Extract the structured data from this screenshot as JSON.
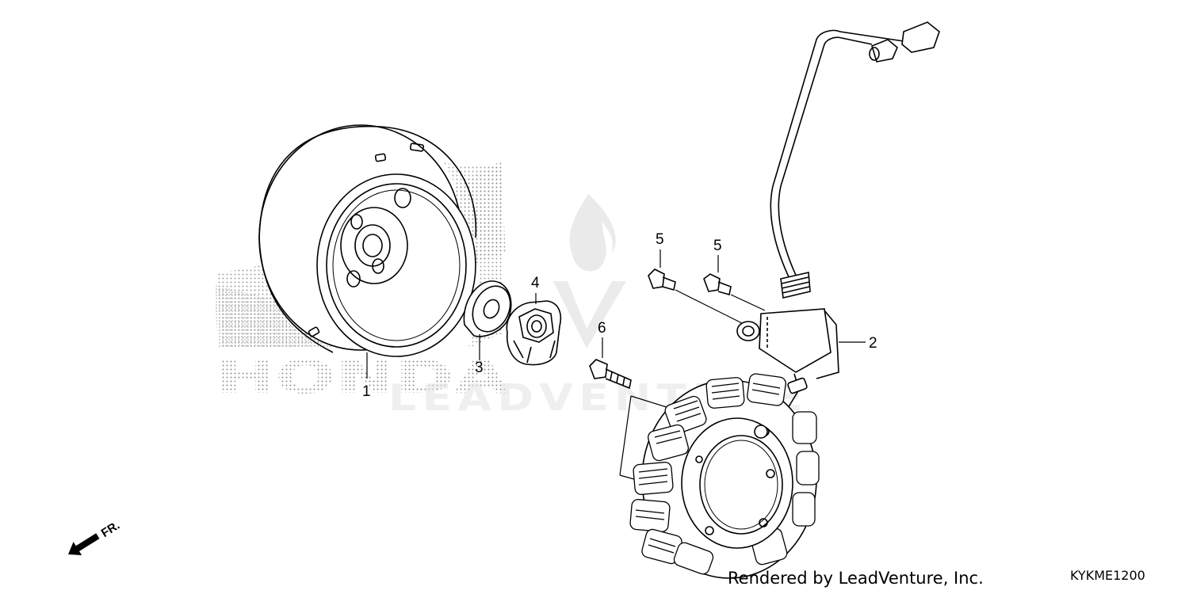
{
  "diagram": {
    "callouts": {
      "c1": "1",
      "c2": "2",
      "c3": "3",
      "c4": "4",
      "c5a": "5",
      "c5b": "5",
      "c6": "6"
    },
    "front_arrow_label": "FR.",
    "watermarks": {
      "brand_left": "HONDA",
      "brand_center": "LEADVENTURE"
    },
    "footer": {
      "rendered_by": "Rendered by LeadVenture, Inc.",
      "diagram_code": "KYKME1200"
    },
    "colors": {
      "line": "#000000",
      "dot_screen": "#9a9a9a",
      "watermark": "#e6e6e6",
      "background": "#ffffff"
    }
  }
}
